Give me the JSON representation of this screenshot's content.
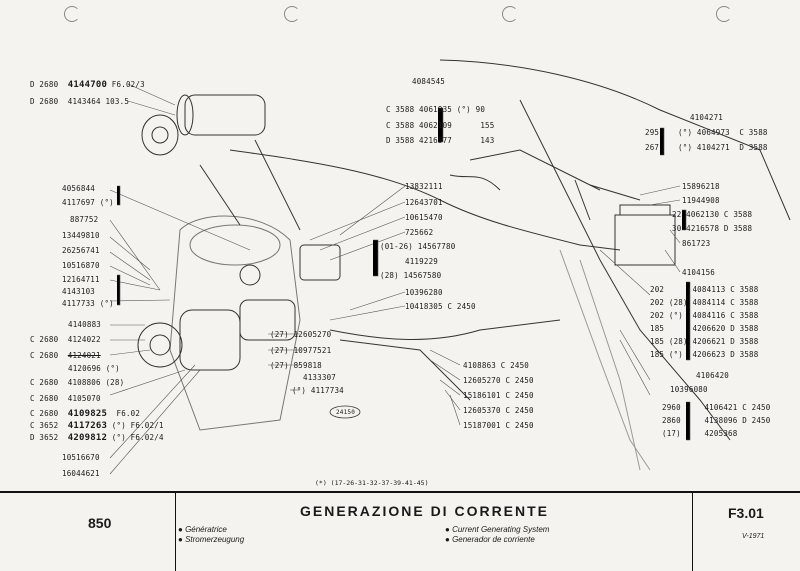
{
  "left_callouts": [
    {
      "text": "D 2680",
      "code": "4144700",
      "ref": "F6.02/3",
      "big": true
    },
    {
      "text": "D 2680",
      "code": "4143464",
      "ref": "103.5"
    },
    {
      "text": "4056844"
    },
    {
      "text": "4117697 (°)"
    },
    {
      "text": "887752"
    },
    {
      "text": "13449810"
    },
    {
      "text": "26256741"
    },
    {
      "text": "10516870"
    },
    {
      "text": "12164711"
    },
    {
      "text": "4143103"
    },
    {
      "text": "4117733 (°)"
    },
    {
      "text": "4140883"
    },
    {
      "text": "C 2680",
      "code": "4124022"
    },
    {
      "text": "C 2680",
      "code": "4124021"
    },
    {
      "text": "",
      "code": "4120696 (°)"
    },
    {
      "text": "C 2680",
      "code": "4108806 (28)"
    },
    {
      "text": "C 2680",
      "code": "4105070"
    },
    {
      "text": "C 2680",
      "code": "4109825",
      "ref": "F6.02",
      "big": true
    },
    {
      "text": "C 3652",
      "code": "4117263",
      "ref": "(°) F6.02/1",
      "big": true
    },
    {
      "text": "D 3652",
      "code": "4209812",
      "ref": "(°) F6.02/4",
      "big": true
    },
    {
      "text": "10516670"
    },
    {
      "text": "16044621"
    }
  ],
  "center_callouts": [
    "(27) 12605270",
    "(27) 10977521",
    "(27) 859818",
    "4133307",
    "(°) 4117734"
  ],
  "upper_center": [
    {
      "code": "4084545"
    },
    {
      "prefix": "C 3588",
      "code": "4061935 (°)",
      "ref": "90"
    },
    {
      "prefix": "C 3588",
      "code": "4062109",
      "ref": "155"
    },
    {
      "prefix": "D 3588",
      "code": "4216577",
      "ref": "143"
    }
  ],
  "mid_callouts": [
    "13832111",
    "12643701",
    "10615470",
    "725662",
    "(01-26) 14567780",
    "4119229",
    "(28) 14567580",
    "10396280",
    "10418305 C 2450"
  ],
  "bottom_mid": [
    "4108863 C 2450",
    "12605270 C 2450",
    "15186101 C 2450",
    "12605370 C 2450",
    "15187001 C 2450"
  ],
  "right_top": [
    {
      "left": "",
      "code": "4104271",
      "right": ""
    },
    {
      "left": "295",
      "code": "(°) 4064973",
      "right": "C 3588"
    },
    {
      "left": "267",
      "code": "(°) 4104271",
      "right": "D 3588"
    }
  ],
  "right_mid": [
    {
      "left": "",
      "code": "15896218",
      "right": ""
    },
    {
      "left": "",
      "code": "11944908",
      "right": ""
    },
    {
      "left": "22",
      "code": "4062130",
      "right": "C 3588"
    },
    {
      "left": "30",
      "code": "4216578",
      "right": "D 3588"
    },
    {
      "left": "",
      "code": "861723",
      "right": ""
    },
    {
      "left": "",
      "code": "4104156",
      "right": ""
    },
    {
      "left": "202",
      "code": "4084113",
      "right": "C 3588"
    },
    {
      "left": "202 (28)",
      "code": "4084114",
      "right": "C 3588"
    },
    {
      "left": "202 (°)",
      "code": "4084116",
      "right": "C 3588"
    },
    {
      "left": "185",
      "code": "4206620",
      "right": "D 3588"
    },
    {
      "left": "185 (28)",
      "code": "4206621",
      "right": "D 3588"
    },
    {
      "left": "185 (°)",
      "code": "4206623",
      "right": "D 3588"
    },
    {
      "left": "",
      "code": "4106420",
      "right": ""
    },
    {
      "left": "",
      "code": "10396080",
      "right": ""
    },
    {
      "left": "2960",
      "code": "4106421",
      "right": "C 2450"
    },
    {
      "left": "2860",
      "code": "4138096",
      "right": "D 2450"
    },
    {
      "left": "(17)",
      "code": "4205368",
      "right": ""
    }
  ],
  "drawing_tag": "24150",
  "ref_note": "(*) (17-26-31-32-37-39-41-45)",
  "footer": {
    "model": "850",
    "title": "GENERAZIONE DI CORRENTE",
    "left_list": [
      "Génératrice",
      "Stromerzeugung"
    ],
    "right_list": [
      "Current Generating System",
      "Generador de corriente"
    ],
    "sheet_code": "F3.01",
    "date": "V-1971"
  }
}
